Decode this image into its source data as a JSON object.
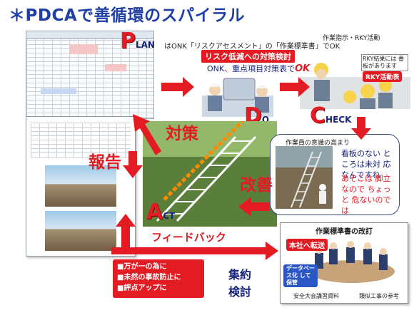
{
  "title": "＊PDCAで善循環のスパイラル",
  "plan": {
    "big": "P",
    "small": "LAN",
    "note": "はONK「リスクアセスメント」の「作業標準書」でOK"
  },
  "do": {
    "big": "D",
    "small": "O",
    "banner": "リスク低減への対策検討",
    "note_prefix": "ONK",
    "note_mid": "重点項目対策表で",
    "note_suffix": "OK"
  },
  "check": {
    "big": "C",
    "small": "HECK",
    "caption": "作業指示・RKY活動",
    "sign": "RKY結果には 番板があります",
    "stamp": "RKY活動表"
  },
  "act": {
    "big": "A",
    "small": "CT",
    "scaffold_caption": "作業員の意識の高まり",
    "speech1": "看板のない ところは未対 応なんですね",
    "speech2": "あそこは 脚立なので ちょっと 危ないのでは"
  },
  "labels": {
    "taisaku": "対策",
    "houkoku": "報告",
    "kaizen": "改善",
    "feedback": "フィードバック",
    "shuyaku": "集約",
    "kento": "検討"
  },
  "bullets": [
    "■万が一の為に",
    "■未然の事故防止に",
    "■評点アップに"
  ],
  "meeting": {
    "caption": "作業標準書の改訂",
    "stamp1": "本社へ転送",
    "stamp2": "データベース化 して保管",
    "footer1": "安全大会講習資料",
    "footer2": "類似工事の参考"
  },
  "colors": {
    "accent_red": "#e31b23",
    "title_blue": "#1f3fa6",
    "navy": "#16237d"
  }
}
